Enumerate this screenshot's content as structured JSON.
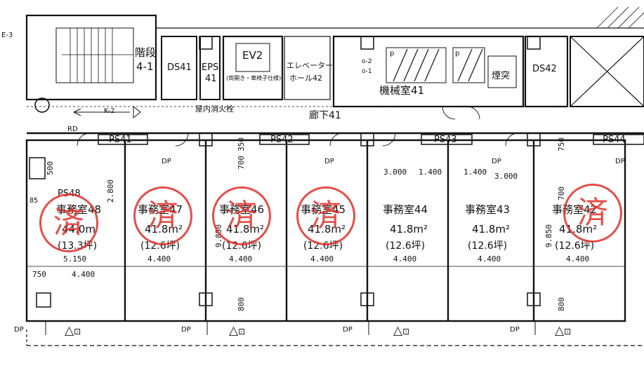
{
  "colors": {
    "line": "#111111",
    "stamp": "#e0302a",
    "wall": "#222222"
  },
  "top": {
    "edge_label": "E-3",
    "stair_name": "階段",
    "stair_num": "4-1",
    "ds41": "DS41",
    "eps41_line1": "EPS",
    "eps41_line2": "41",
    "ev2": "EV2",
    "ev2_sub": "(両開き・車椅子仕様)",
    "elevator_hall_line1": "エレベーター",
    "elevator_hall_line2": "ホール42",
    "machine_room": "機械室41",
    "smoke_exhaust": "煙突",
    "ds42": "DS42",
    "hydrant": "屋内消火栓",
    "corridor": "廊下41",
    "k2": "K-2",
    "rd": "RD",
    "o2": "o-2",
    "o1": "o-1",
    "p1": "p",
    "p2": "p"
  },
  "ps_labels": [
    "PS41",
    "PS42",
    "PS43",
    "PS44"
  ],
  "dp_label": "DP",
  "rooms": [
    {
      "name": "事務室48",
      "area": "44.0m",
      "tsubo": "(13.3坪)",
      "width": "5.150",
      "ps": "PS48"
    },
    {
      "name": "事務室47",
      "area": "41.8m²",
      "tsubo": "(12.6坪)",
      "width": "4.400"
    },
    {
      "name": "事務室46",
      "area": "41.8m²",
      "tsubo": "(12.6坪)",
      "width": "4.400"
    },
    {
      "name": "事務室45",
      "area": "41.8m²",
      "tsubo": "(12.6坪)",
      "width": "4.400"
    },
    {
      "name": "事務室44",
      "area": "41.8m²",
      "tsubo": "(12.6坪)",
      "width": "4.400"
    },
    {
      "name": "事務室43",
      "area": "41.8m²",
      "tsubo": "(12.6坪)",
      "width": "4.400"
    },
    {
      "name": "事務室42",
      "area": "41.8m²",
      "tsubo": "(12.6坪)",
      "width": "4.400"
    }
  ],
  "stamp_char": "済",
  "stamped_rooms": [
    "事務室48",
    "事務室47",
    "事務室46",
    "事務室45",
    "事務室42"
  ],
  "dims": {
    "d500": "500",
    "d85": "85",
    "d750": "750",
    "d4400": "4.400",
    "d2800": "2.800",
    "d9850": "9.850",
    "d700": "700",
    "d350": "350",
    "d800": "800",
    "d3000": "3.000",
    "d1400": "1.400",
    "d1400b": "1.400",
    "d3000b": "3.000",
    "d9850b": "9.850",
    "d700b": "700",
    "d800b": "800",
    "d750b": "750"
  }
}
